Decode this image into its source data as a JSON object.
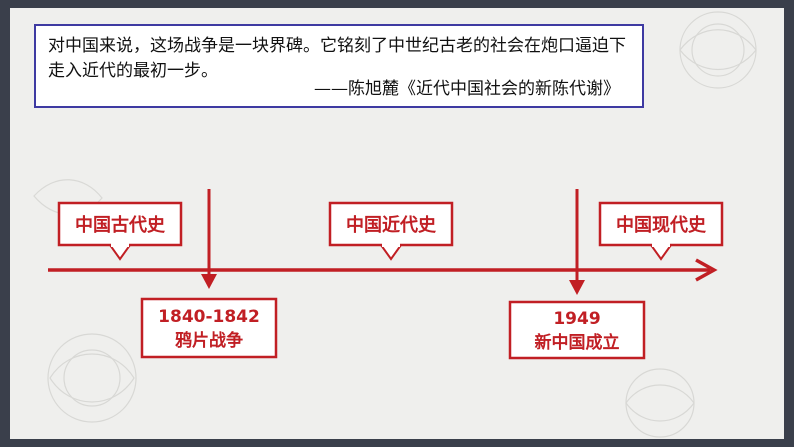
{
  "quote": {
    "text": "对中国来说，这场战争是一块界碑。它铭刻了中世纪古老的社会在炮口逼迫下走入近代的最初一步。",
    "source": "——陈旭麓《近代中国社会的新陈代谢》"
  },
  "timeline": {
    "periods": [
      {
        "label": "中国古代史"
      },
      {
        "label": "中国近代史"
      },
      {
        "label": "中国现代史"
      }
    ],
    "events": [
      {
        "line1": "1840-1842",
        "line2": "鸦片战争"
      },
      {
        "line1": "1949",
        "line2": "新中国成立"
      }
    ]
  },
  "colors": {
    "accent_red": "#c11f24",
    "quote_border": "#3e3aa2",
    "frame_border": "#3a3f4b"
  }
}
